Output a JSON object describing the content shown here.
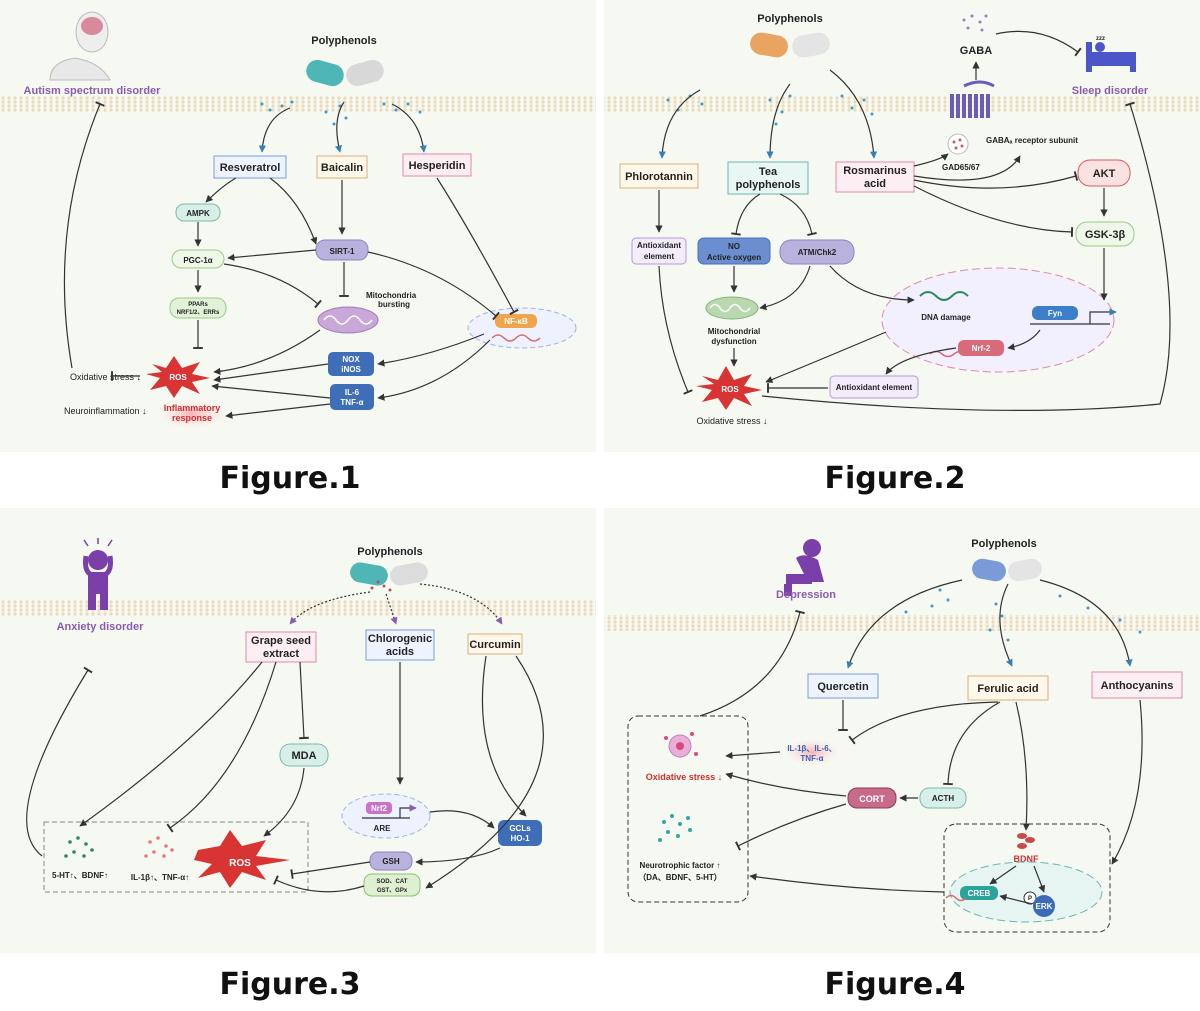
{
  "fig1": {
    "title": "Figure.1",
    "header": "Polyphenols",
    "disorder": "Autism spectrum disorder",
    "resveratrol": "Resveratrol",
    "baicalin": "Baicalin",
    "hesperidin": "Hesperidin",
    "ampk": "AMPK",
    "sirt1": "SIRT-1",
    "pgc": "PGC-1α",
    "ppars1": "PPARs",
    "ppars2": "NRF1/2、ERRs",
    "mito1": "Mitochondria",
    "mito2": "bursting",
    "nfkb": "NF-κB",
    "nox1": "NOX",
    "nox2": "iNOS",
    "il1": "IL-6",
    "il2": "TNF-α",
    "ros": "ROS",
    "ox": "Oxidative stress ↓",
    "neuro": "Neuroinflammation ↓",
    "infl1": "Inflammatory",
    "infl2": "response"
  },
  "fig2": {
    "title": "Figure.2",
    "header": "Polyphenols",
    "gaba": "GABA",
    "disorder": "Sleep disorder",
    "receptor": "GABAₐ receptor subunit",
    "gad": "GAD65/67",
    "phloro": "Phlorotannin",
    "tea1": "Tea",
    "tea2": "polyphenols",
    "rosm1": "Rosmarinus",
    "rosm2": "acid",
    "akt": "AKT",
    "gsk": "GSK-3β",
    "anti1": "Antioxidant",
    "anti2": "element",
    "no1": "NO",
    "no2": "Active oxygen",
    "atm": "ATM/Chk2",
    "dna": "DNA damage",
    "fyn": "Fyn",
    "nrf2": "Nrf-2",
    "mito1": "Mitochondrial",
    "mito2": "dysfunction",
    "ros": "ROS",
    "antiel": "Antioxidant element",
    "ox": "Oxidative stress ↓"
  },
  "fig3": {
    "title": "Figure.3",
    "header": "Polyphenols",
    "disorder": "Anxiety disorder",
    "grape1": "Grape seed",
    "grape2": "extract",
    "chloro1": "Chlorogenic",
    "chloro2": "acids",
    "curcumin": "Curcumin",
    "mda": "MDA",
    "nrf2": "Nrf2",
    "are": "ARE",
    "gcls1": "GCLs",
    "gcls2": "HO-1",
    "gsh": "GSH",
    "sod1": "SOD、CAT",
    "sod2": "GST、GPx",
    "ros": "ROS",
    "ht": "5-HT↑、BDNF↑",
    "il": "IL-1β↑、TNF-α↑"
  },
  "fig4": {
    "title": "Figure.4",
    "header": "Polyphenols",
    "disorder": "Depression",
    "quercetin": "Quercetin",
    "ferulic": "Ferulic acid",
    "antho": "Anthocyanins",
    "il1": "IL-1β、IL-6、",
    "il2": "TNF-α",
    "ox": "Oxidative stress ↓",
    "cort": "CORT",
    "acth": "ACTH",
    "neuro1": "Neurotrophic factor ↑",
    "neuro2": "（DA、BDNF、5-HT）",
    "bdnf": "BDNF",
    "creb": "CREB",
    "p": "P",
    "erk": "ERK"
  }
}
